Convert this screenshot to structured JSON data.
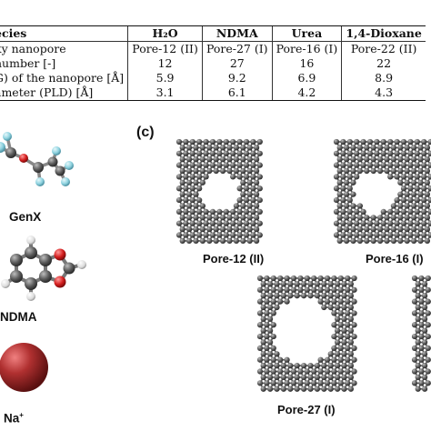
{
  "table": {
    "header": [
      "ecies",
      "H₂O",
      "NDMA",
      "Urea",
      "1,4-Dioxane"
    ],
    "rows": [
      [
        "ky nanopore",
        "Pore-12 (II)",
        "Pore-27 (I)",
        "Pore-16 (I)",
        "Pore-22 (II)"
      ],
      [
        "number [-]",
        "12",
        "27",
        "16",
        "22"
      ],
      [
        "G) of the nanopore [Å]",
        "5.9",
        "9.2",
        "6.9",
        "8.9"
      ],
      [
        "ameter (PLD) [Å]",
        "3.1",
        "6.1",
        "4.2",
        "4.3"
      ]
    ]
  },
  "panel_c_label": "(c)",
  "molecules": {
    "genx": "GenX",
    "ndma": "NDMA",
    "na": "Na",
    "na_charge": "+"
  },
  "pores": {
    "pore12": "Pore-12 (II)",
    "pore16": "Pore-16 (I)",
    "pore27": "Pore-27 (I)"
  },
  "colors": {
    "carbon": "#5a5a5a",
    "hydrogen": "#eeeeee",
    "oxygen": "#d41e1e",
    "fluorine": "#8fd3e0",
    "nitrogen": "#3a5fcd",
    "sodium": "#a52828"
  }
}
